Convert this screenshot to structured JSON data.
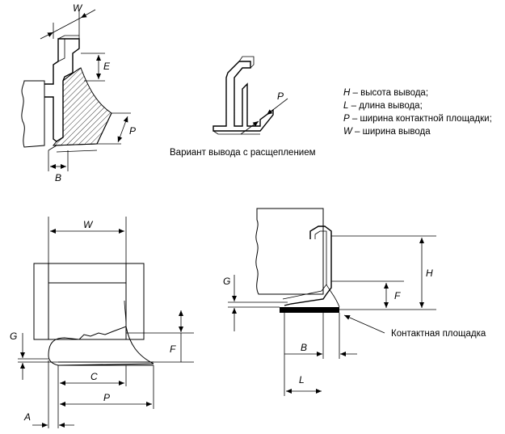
{
  "legend": [
    {
      "symbol": "H",
      "text": " – высота вывода;"
    },
    {
      "symbol": "L",
      "text": " – длина вывода;"
    },
    {
      "symbol": "P",
      "text": " – ширина контактной площадки;"
    },
    {
      "symbol": "W",
      "text": " – ширина вывода"
    }
  ],
  "captions": {
    "split_lead_variant": "Вариант вывода с расщеплением",
    "contact_pad": "Контактная площадка"
  },
  "dimensions": {
    "top_left": {
      "w": "W",
      "e": "E",
      "p": "P",
      "b": "B"
    },
    "top_middle": {
      "p": "P"
    },
    "front_view": {
      "w": "W",
      "g": "G",
      "f": "F",
      "c": "C",
      "p": "P",
      "a": "A"
    },
    "side_view": {
      "g": "G",
      "h": "H",
      "f": "F",
      "b": "B",
      "l": "L"
    }
  },
  "colors": {
    "line": "#000000",
    "background": "#ffffff",
    "pad_fill": "#000000"
  }
}
